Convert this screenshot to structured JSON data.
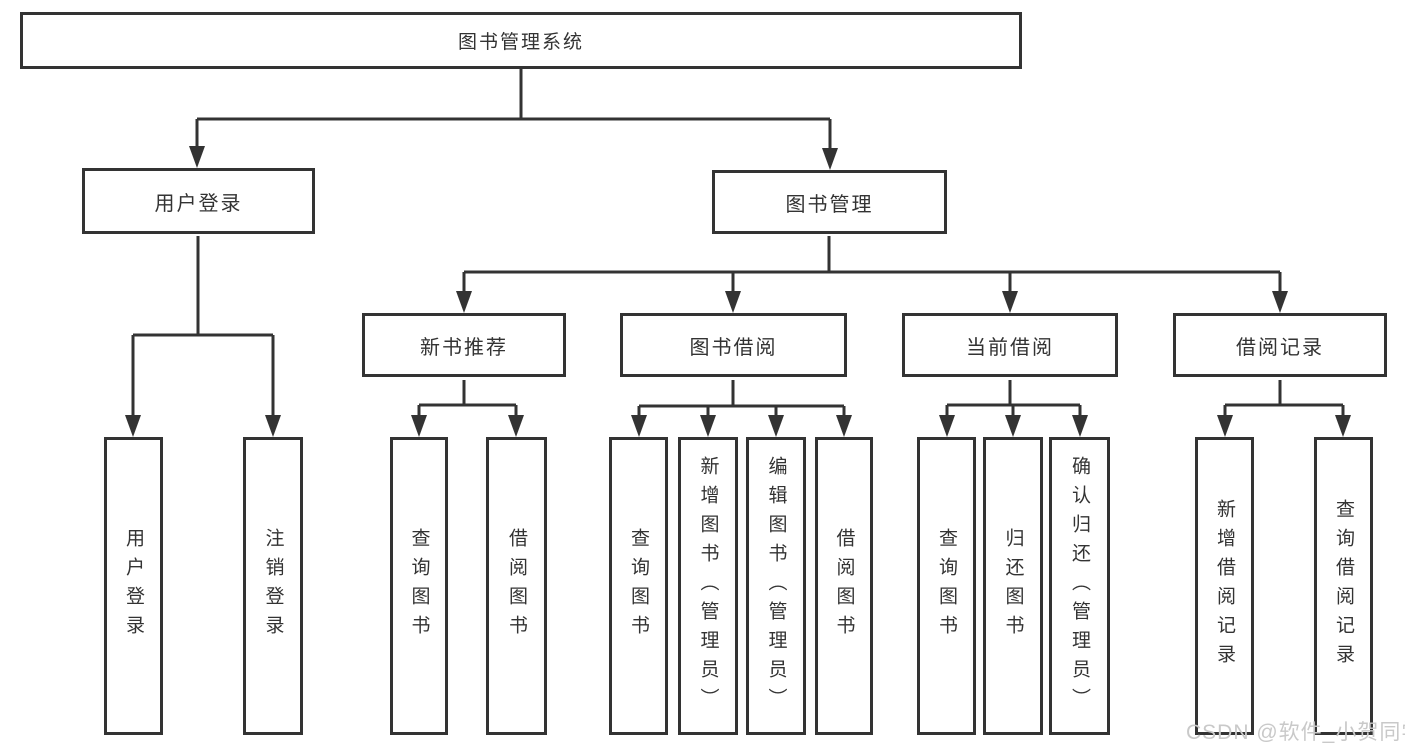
{
  "diagram_title": "图书管理系统",
  "colors": {
    "line": "#333333",
    "box_border": "#333333",
    "text": "#333333",
    "watermark": "#c9c9c9",
    "background": "#ffffff"
  },
  "watermark": "CSDN @软件_小贺同学",
  "tree": {
    "root": "图书管理系统",
    "branches": [
      {
        "label": "用户登录",
        "children": [
          "用户登录",
          "注销登录"
        ]
      },
      {
        "label": "图书管理",
        "groups": [
          {
            "label": "新书推荐",
            "children": [
              "查询图书",
              "借阅图书"
            ]
          },
          {
            "label": "图书借阅",
            "children": [
              "查询图书",
              "新增图书（管理员）",
              "编辑图书（管理员）",
              "借阅图书"
            ]
          },
          {
            "label": "当前借阅",
            "children": [
              "查询图书",
              "归还图书",
              "确认归还（管理员）"
            ]
          },
          {
            "label": "借阅记录",
            "children": [
              "新增借阅记录",
              "查询借阅记录"
            ]
          }
        ]
      }
    ]
  }
}
